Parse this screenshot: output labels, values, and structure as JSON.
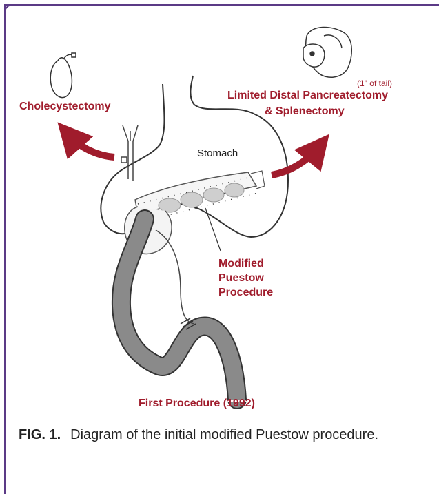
{
  "diagram": {
    "labels": {
      "cholecystectomy": "Cholecystectomy",
      "tail_note": "(1\" of tail)",
      "pancreatectomy_line1": "Limited Distal Pancreatectomy",
      "pancreatectomy_line2": "& Splenectomy",
      "stomach": "Stomach",
      "puestow_line1": "Modified",
      "puestow_line2": "Puestow",
      "puestow_line3": "Procedure",
      "procedure_title": "First Procedure (1992)"
    },
    "colors": {
      "accent_red": "#a01c2c",
      "frame_purple": "#5b3a86",
      "bowel_gray": "#8a8a8a"
    }
  },
  "caption": {
    "label": "FIG. 1.",
    "text": "Diagram of the initial modified Puestow procedure."
  }
}
